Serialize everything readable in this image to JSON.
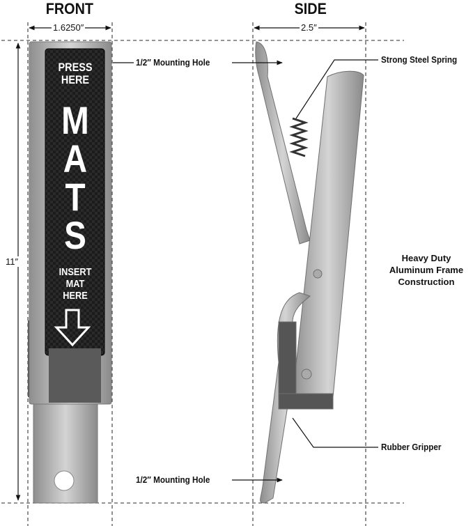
{
  "views": {
    "front": "FRONT",
    "side": "SIDE"
  },
  "dimensions": {
    "width_front": "1.6250″",
    "width_side": "2.5″",
    "height": "11″"
  },
  "panel": {
    "line1": "PRESS",
    "line2": "HERE",
    "brand": [
      "M",
      "A",
      "T",
      "S"
    ],
    "insert1": "INSERT",
    "insert2": "MAT",
    "insert3": "HERE"
  },
  "callouts": {
    "top_hole": "1/2″ Mounting Hole",
    "spring": "Strong Steel Spring",
    "frame": [
      "Heavy Duty",
      "Aluminum Frame",
      "Construction"
    ],
    "gripper": "Rubber Gripper",
    "bottom_hole": "1/2″ Mounting Hole"
  },
  "colors": {
    "panel": "#1a1a1a",
    "metal": "#b9b9b9",
    "rubber": "#555555"
  }
}
